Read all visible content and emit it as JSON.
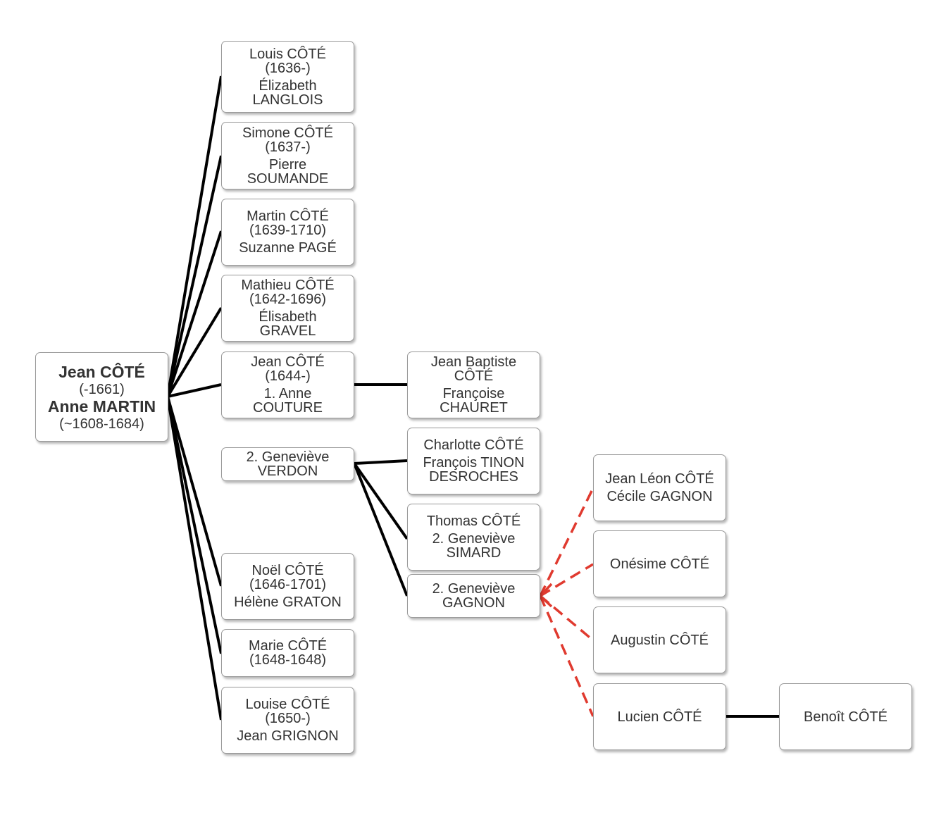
{
  "root": {
    "name": "Jean CÔTÉ",
    "dates": "(-1661)",
    "spouse": "Anne MARTIN",
    "spouse_dates": "(~1608-1684)"
  },
  "children": [
    {
      "lines": [
        "Louis CÔTÉ",
        "(1636-)",
        "Élizabeth",
        "LANGLOIS"
      ]
    },
    {
      "lines": [
        "Simone CÔTÉ",
        "(1637-)",
        "Pierre",
        "SOUMANDE"
      ]
    },
    {
      "lines": [
        "Martin CÔTÉ",
        "(1639-1710)",
        "Suzanne PAGÉ"
      ]
    },
    {
      "lines": [
        "Mathieu CÔTÉ",
        "(1642-1696)",
        "Élisabeth",
        "GRAVEL"
      ]
    },
    {
      "lines": [
        "Jean CÔTÉ",
        "(1644-)",
        "1. Anne",
        "COUTURE"
      ]
    },
    {
      "lines": [
        "2. Geneviève",
        "VERDON"
      ]
    },
    {
      "lines": [
        "Noël CÔTÉ",
        "(1646-1701)",
        "Hélène GRATON"
      ]
    },
    {
      "lines": [
        "Marie CÔTÉ",
        "(1648-1648)"
      ]
    },
    {
      "lines": [
        "Louise CÔTÉ",
        "(1650-)",
        "Jean GRIGNON"
      ]
    }
  ],
  "grandchildren": [
    {
      "lines": [
        "Jean Baptiste",
        "CÔTÉ",
        "Françoise",
        "CHAURET"
      ]
    },
    {
      "lines": [
        "Charlotte CÔTÉ",
        "François TINON",
        "DESROCHES"
      ]
    },
    {
      "lines": [
        "Thomas CÔTÉ",
        "2. Geneviève",
        "SIMARD"
      ]
    },
    {
      "lines": [
        "2. Geneviève",
        "GAGNON"
      ]
    }
  ],
  "great_grandchildren": [
    {
      "lines": [
        "Jean Léon CÔTÉ",
        "Cécile GAGNON"
      ]
    },
    {
      "lines": [
        "Onésime CÔTÉ"
      ]
    },
    {
      "lines": [
        "Augustin CÔTÉ"
      ]
    },
    {
      "lines": [
        "Lucien CÔTÉ"
      ]
    }
  ],
  "great_great_grandchildren": [
    {
      "lines": [
        "Benoît CÔTÉ"
      ]
    }
  ],
  "colors": {
    "solid_link": "#000000",
    "dashed_link": "#e03a2f",
    "box_border": "#9a9a9a",
    "text": "#333333"
  }
}
